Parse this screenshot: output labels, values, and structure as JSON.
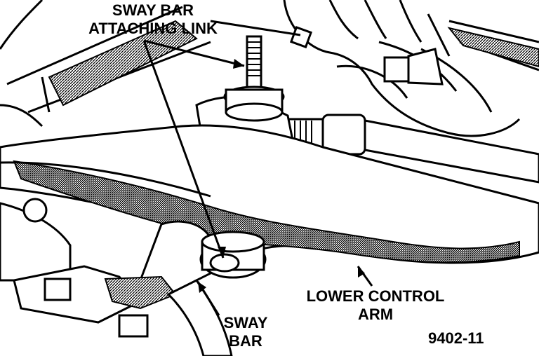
{
  "labels": {
    "sway_bar_link_line1": "SWAY BAR",
    "sway_bar_link_line2": "ATTACHING LINK",
    "lower_control_arm_line1": "LOWER CONTROL",
    "lower_control_arm_line2": "ARM",
    "sway_bar_line1": "SWAY",
    "sway_bar_line2": "BAR",
    "figure_number": "9402-11"
  }
}
